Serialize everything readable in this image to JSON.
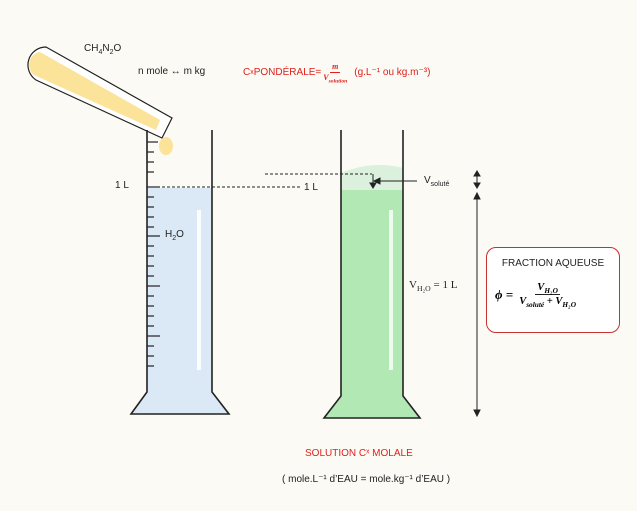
{
  "labels": {
    "molecule": {
      "base": "CH",
      "s1": "4",
      "mid": "N",
      "s2": "2",
      "end": "O"
    },
    "equivalence": "n mole ↔ m kg",
    "concentration": {
      "prefix": "C",
      "superscript": "x",
      "name": " PONDÉRALE=",
      "numerator": "m",
      "den_base": "V",
      "den_sub": "solution",
      "units": "(g.L⁻¹ ou kg.m⁻³)"
    },
    "one_liter_left": "1 L",
    "one_liter_right": "1 L",
    "water": {
      "base": "H",
      "sub": "2",
      "end": "O"
    },
    "v_solute": {
      "base": "V",
      "sub": "soluté"
    },
    "v_water": {
      "base": "V",
      "sub": "H₂O",
      "rest": " = 1 L"
    },
    "solution_title": "SOLUTION Cˣ MOLALE",
    "solution_units": "( mole.L⁻¹ d’EAU = mole.kg⁻¹ d’EAU )"
  },
  "fraction_box": {
    "title": "FRACTION AQUEUSE",
    "phi": "ϕ =",
    "numerator": "V",
    "numerator_sub": "H₂O",
    "denominator": "V",
    "denominator_sub1": "soluté",
    "plus": " + V",
    "denominator_sub2": "H₂O"
  },
  "colors": {
    "accent_red": "#e0201b",
    "water_blue": "#dbe8f6",
    "solution_green": "#b2e8b4",
    "solute_yellow": "#fbe39a",
    "outline": "#222222"
  }
}
